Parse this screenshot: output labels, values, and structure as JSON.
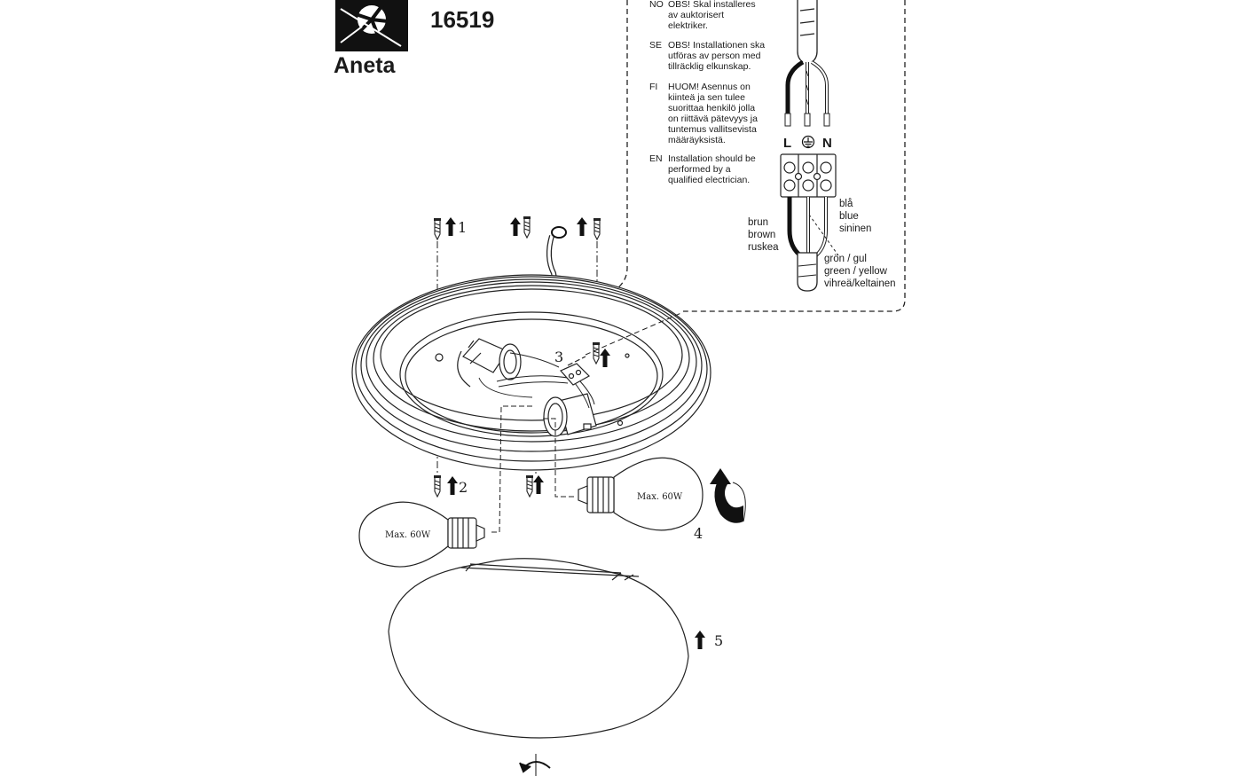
{
  "header": {
    "brand": "Aneta",
    "model": "16519"
  },
  "safety_notes": [
    {
      "code": "NO",
      "lines": [
        "OBS! Skal installeres",
        "av auktorisert",
        "elektriker."
      ]
    },
    {
      "code": "SE",
      "lines": [
        "OBS! Installationen ska",
        "utföras av person med",
        "tillräcklig elkunskap."
      ]
    },
    {
      "code": "FI",
      "lines": [
        "HUOM! Asennus on",
        "kiinteä ja sen tulee",
        "suorittaa henkilö jolla",
        "on riittävä pätevyys ja",
        "tuntemus vallitsevista",
        "määräyksistä."
      ]
    },
    {
      "code": "EN",
      "lines": [
        "Installation should be",
        "performed by a",
        "qualified electrician."
      ]
    }
  ],
  "terminals": {
    "live": "L",
    "neutral": "N"
  },
  "wire_labels": {
    "brown": [
      "brun",
      "brown",
      "ruskea"
    ],
    "blue": [
      "blå",
      "blue",
      "sininen"
    ],
    "earth": [
      "grön / gul",
      "green / yellow",
      "vihreä/keltainen"
    ]
  },
  "steps": {
    "s1": "1",
    "s2": "2",
    "s3": "3",
    "s4": "4",
    "s5": "5"
  },
  "bulbs": {
    "left": "Max. 60W",
    "right": "Max. 60W"
  },
  "icons": [
    "aneta-logo-icon",
    "screw-icon",
    "up-arrow-icon",
    "earth-symbol-icon",
    "rotate-arrow-icon"
  ]
}
